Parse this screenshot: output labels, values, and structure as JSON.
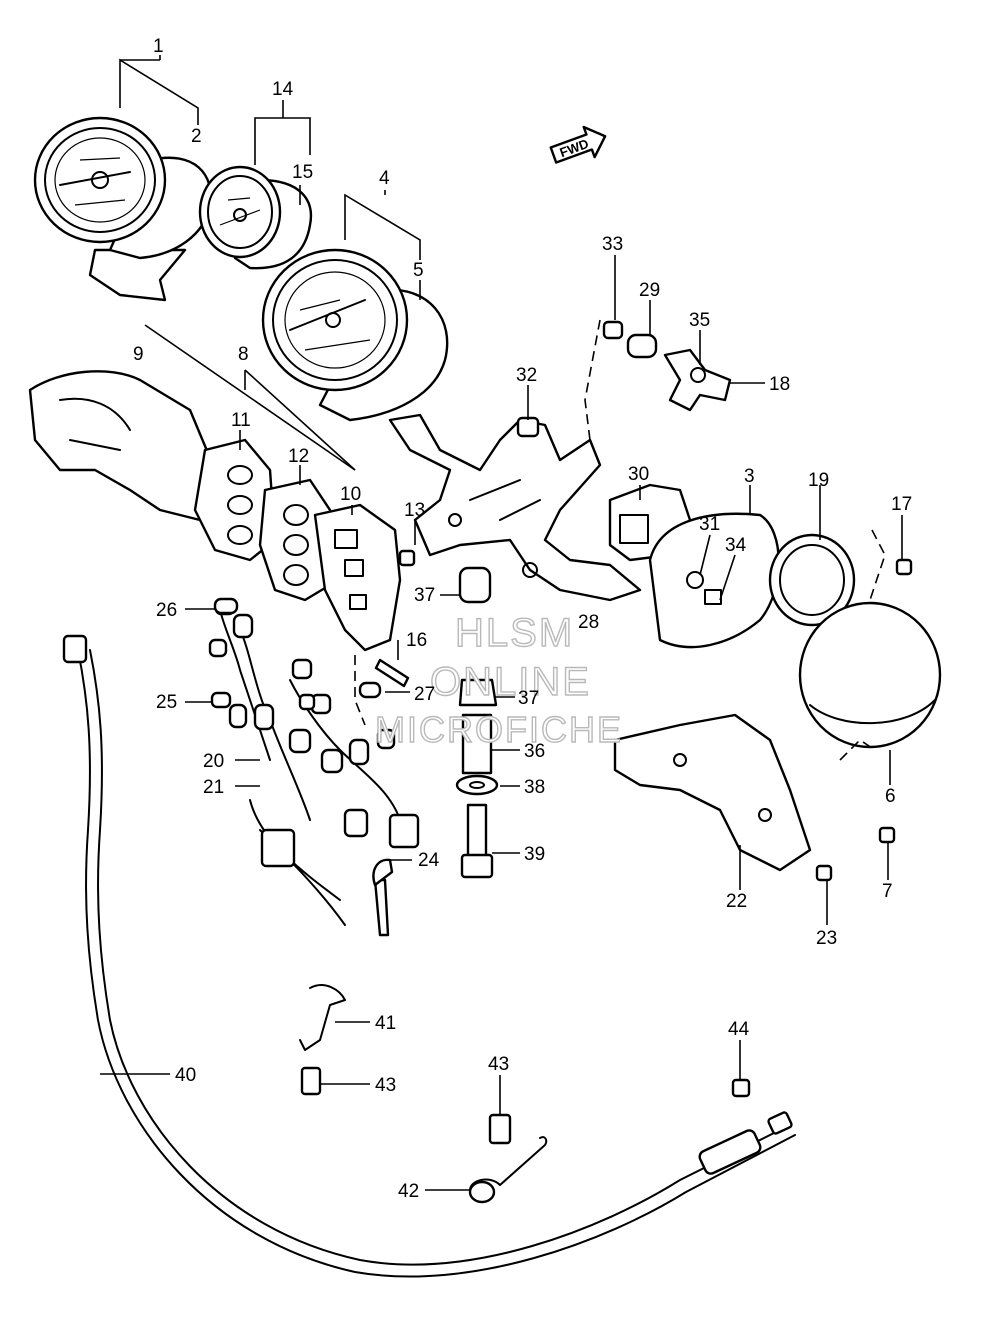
{
  "diagram": {
    "watermark": {
      "line1": "HLSM",
      "line2": "ONLINE",
      "line3": "MICROFICHE"
    },
    "direction_arrow": {
      "label": "FWD",
      "icon": "forward-arrow-icon"
    },
    "callouts": [
      {
        "id": "c1",
        "label": "1"
      },
      {
        "id": "c2",
        "label": "2"
      },
      {
        "id": "c14",
        "label": "14"
      },
      {
        "id": "c15",
        "label": "15"
      },
      {
        "id": "c4",
        "label": "4"
      },
      {
        "id": "c5",
        "label": "5"
      },
      {
        "id": "c33",
        "label": "33"
      },
      {
        "id": "c29",
        "label": "29"
      },
      {
        "id": "c35",
        "label": "35"
      },
      {
        "id": "c18",
        "label": "18"
      },
      {
        "id": "c32",
        "label": "32"
      },
      {
        "id": "c9",
        "label": "9"
      },
      {
        "id": "c8",
        "label": "8"
      },
      {
        "id": "c11",
        "label": "11"
      },
      {
        "id": "c12",
        "label": "12"
      },
      {
        "id": "c10",
        "label": "10"
      },
      {
        "id": "c13",
        "label": "13"
      },
      {
        "id": "c30",
        "label": "30"
      },
      {
        "id": "c3",
        "label": "3"
      },
      {
        "id": "c19",
        "label": "19"
      },
      {
        "id": "c17",
        "label": "17"
      },
      {
        "id": "c31",
        "label": "31"
      },
      {
        "id": "c34",
        "label": "34"
      },
      {
        "id": "c37a",
        "label": "37"
      },
      {
        "id": "c28",
        "label": "28"
      },
      {
        "id": "c26",
        "label": "26"
      },
      {
        "id": "c16",
        "label": "16"
      },
      {
        "id": "c27",
        "label": "27"
      },
      {
        "id": "c37b",
        "label": "37"
      },
      {
        "id": "c25",
        "label": "25"
      },
      {
        "id": "c36",
        "label": "36"
      },
      {
        "id": "c20",
        "label": "20"
      },
      {
        "id": "c21",
        "label": "21"
      },
      {
        "id": "c38",
        "label": "38"
      },
      {
        "id": "c6",
        "label": "6"
      },
      {
        "id": "c24",
        "label": "24"
      },
      {
        "id": "c39",
        "label": "39"
      },
      {
        "id": "c22",
        "label": "22"
      },
      {
        "id": "c7",
        "label": "7"
      },
      {
        "id": "c23",
        "label": "23"
      },
      {
        "id": "c41",
        "label": "41"
      },
      {
        "id": "c44",
        "label": "44"
      },
      {
        "id": "c40",
        "label": "40"
      },
      {
        "id": "c43a",
        "label": "43"
      },
      {
        "id": "c43b",
        "label": "43"
      },
      {
        "id": "c42",
        "label": "42"
      }
    ]
  }
}
